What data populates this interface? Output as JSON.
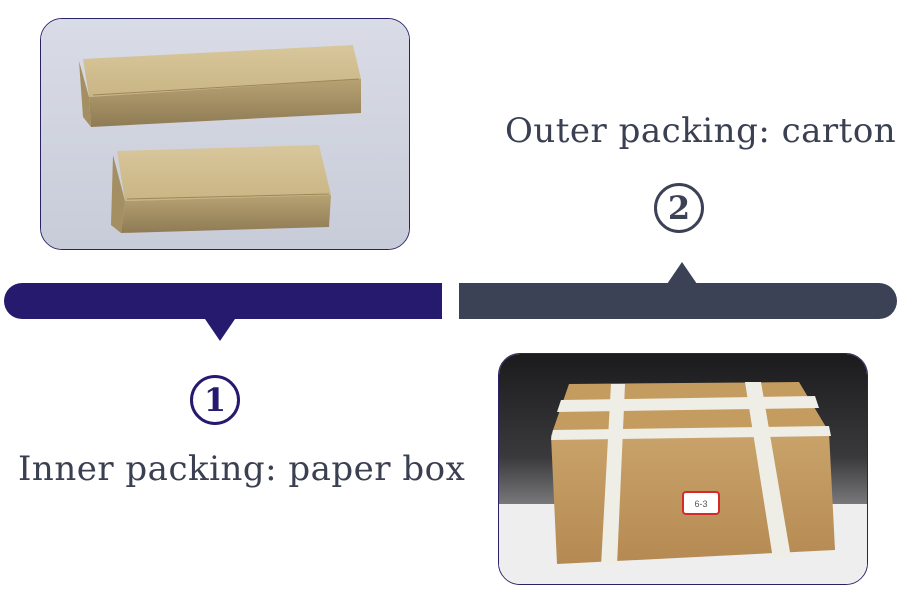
{
  "steps": [
    {
      "number": "1",
      "label": "Inner packing: paper box"
    },
    {
      "number": "2",
      "label": "Outer packing: carton"
    }
  ],
  "photos": [
    {
      "subject": "two kraft paper boxes"
    },
    {
      "subject": "carton box with white strapping and label",
      "box_label": "6-3"
    }
  ],
  "colors": {
    "accent_primary": "#251a6e",
    "accent_secondary": "#3b4256",
    "caption_text": "#3a3f52"
  }
}
